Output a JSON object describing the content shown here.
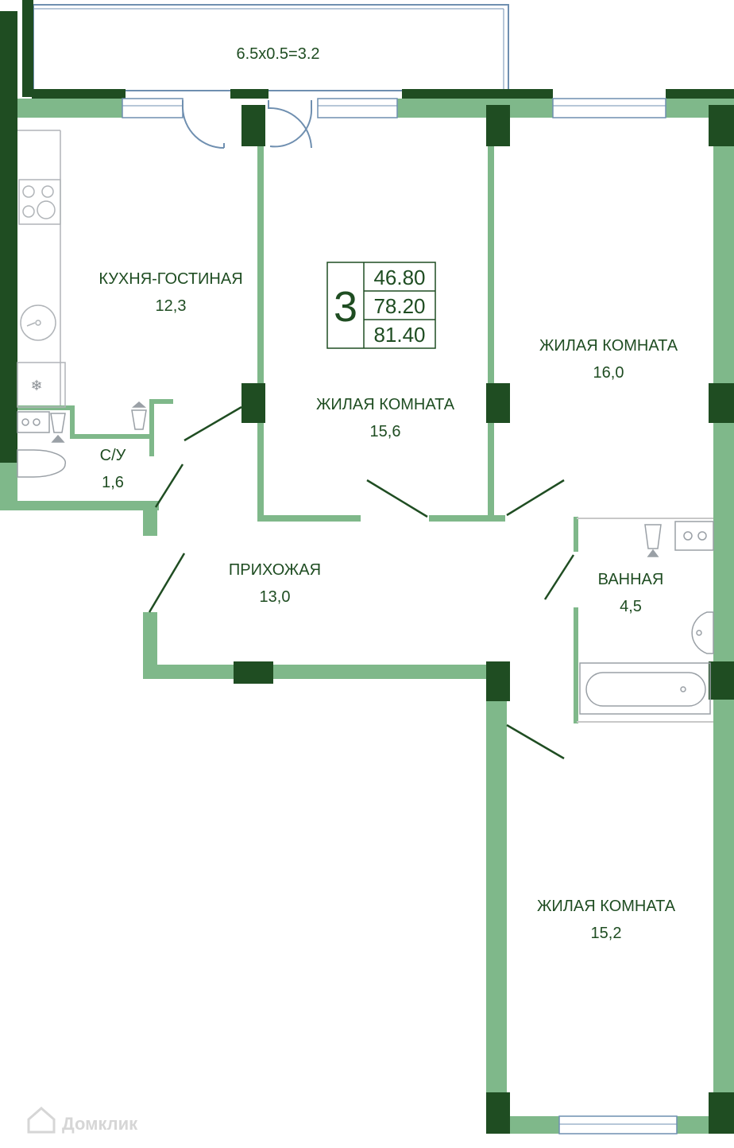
{
  "balcony": {
    "label": "6.5x0.5=3.2"
  },
  "summary": {
    "rooms": "3",
    "living_area": "46.80",
    "total_area": "78.20",
    "total_with_balcony": "81.40"
  },
  "rooms": [
    {
      "id": "kitchen",
      "name": "КУХНЯ-ГОСТИНАЯ",
      "area": "12,3"
    },
    {
      "id": "bathroom-small",
      "name": "С/У",
      "area": "1,6"
    },
    {
      "id": "living-center",
      "name": "ЖИЛАЯ КОМНАТА",
      "area": "15,6"
    },
    {
      "id": "living-right",
      "name": "ЖИЛАЯ КОМНАТА",
      "area": "16,0"
    },
    {
      "id": "hallway",
      "name": "ПРИХОЖАЯ",
      "area": "13,0"
    },
    {
      "id": "bathroom",
      "name": "ВАННАЯ",
      "area": "4,5"
    },
    {
      "id": "living-bottom",
      "name": "ЖИЛАЯ КОМНАТА",
      "area": "15,2"
    }
  ],
  "watermark": {
    "text": "Домклик"
  },
  "colors": {
    "wall_light": "#7fb88a",
    "wall_dark": "#1f4d22",
    "text": "#1f4d22",
    "fixture": "#9aa0a6",
    "window": "#6f8fb0"
  }
}
